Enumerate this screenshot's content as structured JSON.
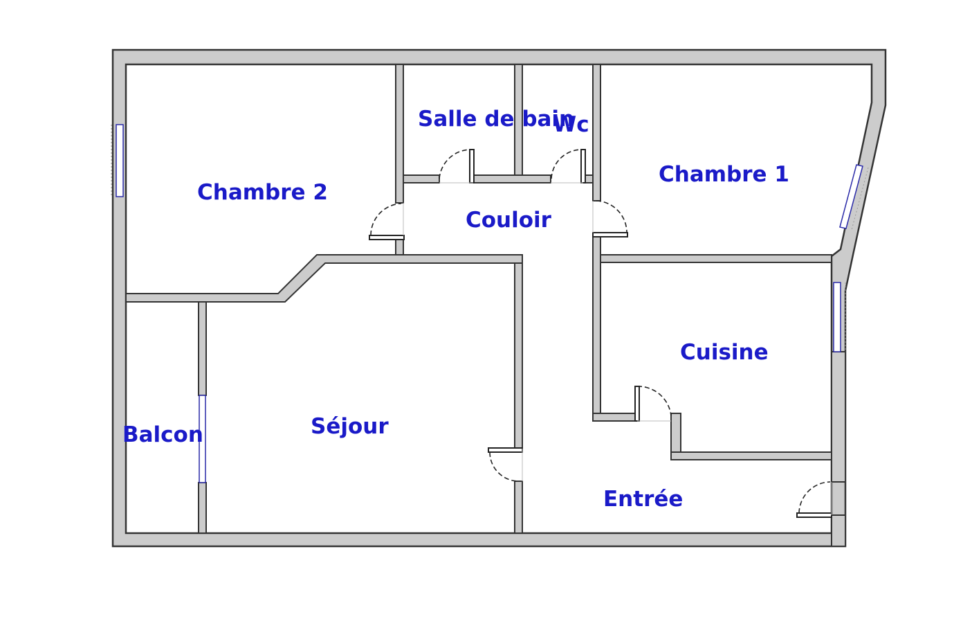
{
  "floor_plan": {
    "colors": {
      "label": "#1a1ac8",
      "wall_fill": "#cccccc",
      "wall_stroke": "#333333",
      "window": "#2a2aa8",
      "background": "#ffffff"
    },
    "rooms": {
      "chambre_2": "Chambre 2",
      "salle_de_bain": "Salle de bain",
      "wc": "Wc",
      "chambre_1": "Chambre 1",
      "couloir": "Couloir",
      "cuisine": "Cuisine",
      "sejour": "Séjour",
      "balcon": "Balcon",
      "entree": "Entrée"
    }
  }
}
